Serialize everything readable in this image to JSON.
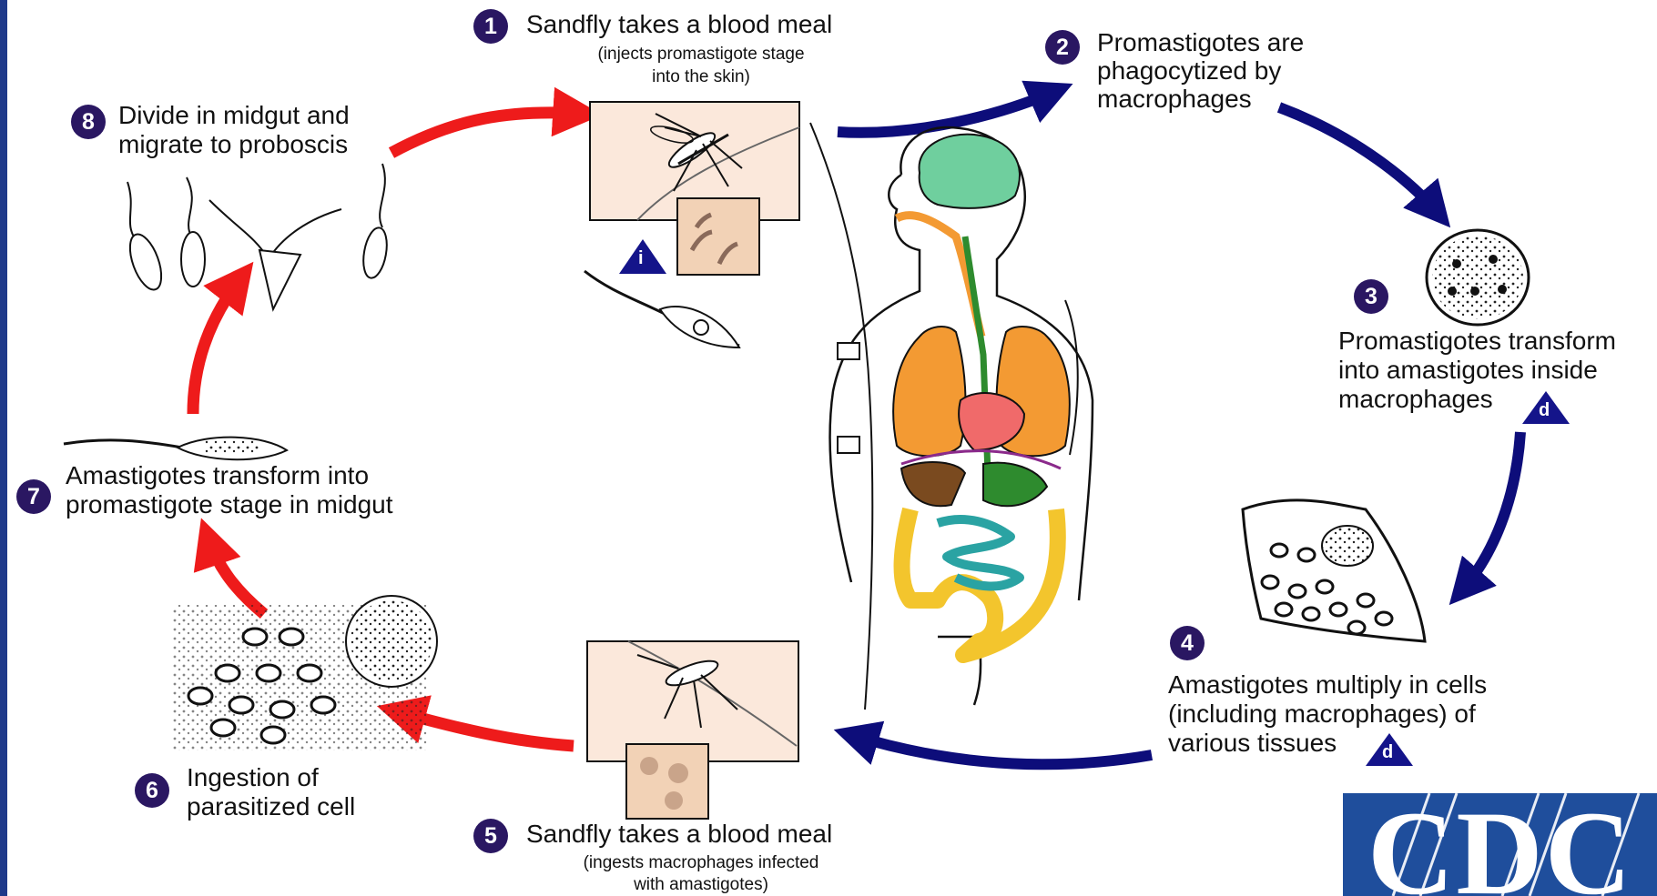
{
  "steps": [
    {
      "number": "1",
      "text_lines": [
        "Sandfly takes a blood meal"
      ],
      "sub_lines": [
        "(injects promastigote stage",
        "into the skin)"
      ]
    },
    {
      "number": "2",
      "text_lines": [
        "Promastigotes are",
        "phagocytized by",
        "macrophages"
      ]
    },
    {
      "number": "3",
      "text_lines": [
        "Promastigotes transform",
        "into amastigotes inside",
        "macrophages"
      ]
    },
    {
      "number": "4",
      "text_lines": [
        "Amastigotes multiply in cells",
        "(including macrophages) of",
        "various tissues"
      ]
    },
    {
      "number": "5",
      "text_lines": [
        "Sandfly takes a blood meal"
      ],
      "sub_lines": [
        "(ingests macrophages infected",
        "with amastigotes)"
      ]
    },
    {
      "number": "6",
      "text_lines": [
        "Ingestion of",
        "parasitized cell"
      ]
    },
    {
      "number": "7",
      "text_lines": [
        "Amastigotes transform into",
        "promastigote stage in midgut"
      ]
    },
    {
      "number": "8",
      "text_lines": [
        "Divide in midgut and",
        "migrate to proboscis"
      ]
    }
  ],
  "stage_markers": {
    "infective": "i",
    "diagnostic": "d"
  },
  "logo": {
    "text": "CDC"
  },
  "colors": {
    "number_badge": "#2a1762",
    "sandfly_arrow": "#ee1b1b",
    "human_arrow": "#0d0d7a",
    "marker_triangle": "#14148a",
    "brain": "#6fcf9e",
    "lungs": "#f39a33",
    "heart": "#f06a6a",
    "esophagus": "#2e8b2e",
    "intestine_small": "#2aa3a3",
    "colon": "#f3c52d",
    "liver": "#7a4a1f",
    "logo_bg": "#1f4e9c"
  }
}
